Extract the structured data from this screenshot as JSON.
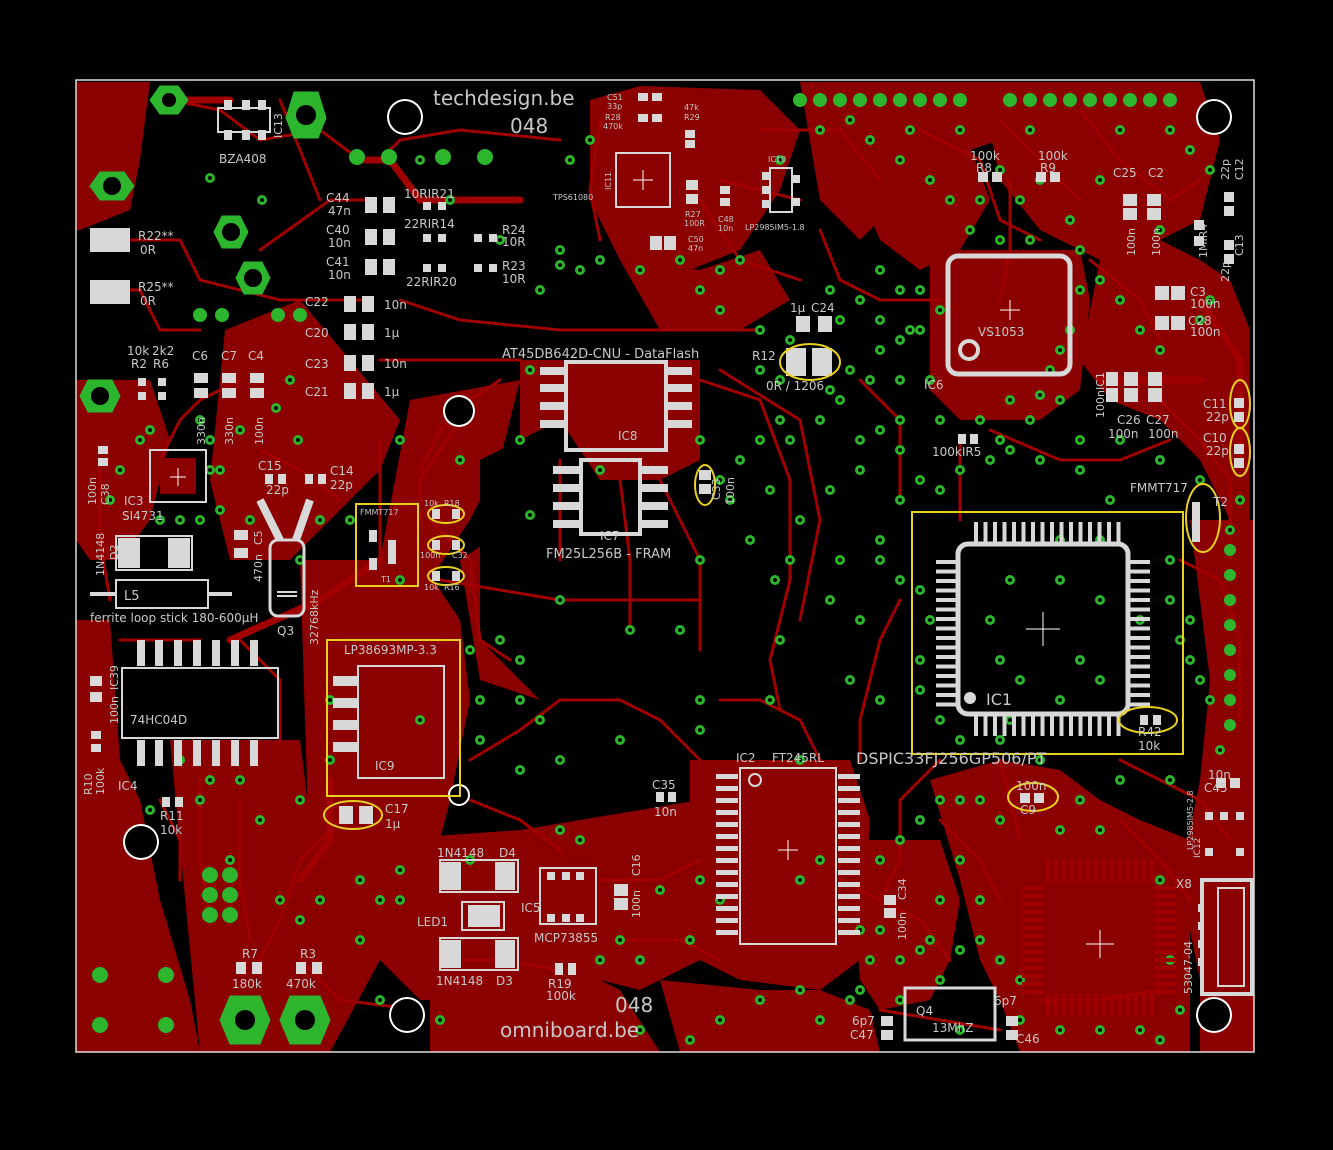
{
  "board": {
    "header_brand": "techdesign.be",
    "header_number": "048",
    "footer_number": "048",
    "footer_brand": "omniboard.be"
  },
  "colors": {
    "background": "#000000",
    "copper": "#8b0000",
    "trace": "#a00000",
    "silkscreen": "#c8c8c8",
    "via": "#2db52d",
    "highlight": "#e8d020"
  },
  "labels": {
    "bza408": "BZA408",
    "ic13": "IC13",
    "c44": "C44",
    "c44v": "47n",
    "c40": "C40",
    "c40v": "10n",
    "c41": "C41",
    "c41v": "10n",
    "r21": "10RIR21",
    "r14": "22RIR14",
    "r20": "22RIR20",
    "r24": "R24",
    "r24v": "10R",
    "r23": "R23",
    "r23v": "10R",
    "r22": "R22**",
    "r22v": "0R",
    "r25": "R25**",
    "r25v": "0R",
    "c22": "C22",
    "c22v": "10n",
    "c20": "C20",
    "c20v": "1µ",
    "c23": "C23",
    "c23v": "10n",
    "c21": "C21",
    "c21v": "1µ",
    "r2": "R2",
    "r2v": "10k",
    "r6": "R6",
    "r6v": "2k2",
    "c6": "C6",
    "c7": "C7",
    "c4": "C4",
    "c6v": "330n",
    "c7v": "330n",
    "c4v": "100n",
    "c38": "C38",
    "c38v": "100n",
    "ic3": "IC3",
    "si4731": "SI4731",
    "c15": "C15",
    "c15v": "22p",
    "c14": "C14",
    "c14v": "22p",
    "d2": "D2",
    "d2v": "1N4148",
    "c5": "C5",
    "c5v": "470n",
    "l5": "L5",
    "ferrite": "ferrite loop stick 180-600µH",
    "q3": "Q3",
    "q3v": "32768kHz",
    "ic39": "IC39",
    "ic39v": "100n",
    "hc04": "74HC04D",
    "ic4": "IC4",
    "r10": "R10",
    "r10v": "100k",
    "r11": "R11",
    "r11v": "10k",
    "fmmt_t1": "FMMT717",
    "t1": "T1",
    "r18": "R18",
    "r18v": "10k",
    "c32": "C32",
    "c32v": "100n",
    "r16": "R16",
    "r16v": "10k",
    "lp38693": "LP38693MP-3.3",
    "ic9": "IC9",
    "c17": "C17",
    "c17v": "1µ",
    "d4": "D4",
    "d4v": "1N4148",
    "led1": "LED1",
    "d3": "D3",
    "d3v": "1N4148",
    "ic5": "IC5",
    "mcp73855": "MCP73855",
    "c16": "C16",
    "c16v": "100n",
    "r19": "R19",
    "r19v": "100k",
    "r7": "R7",
    "r7v": "180k",
    "r3": "R3",
    "r3v": "470k",
    "c51": "C51",
    "c51v": "33p",
    "r28": "R28",
    "r28v": "470k",
    "r29": "R29",
    "r29v": "47k",
    "tps": "TPS61080",
    "ic11": "IC11",
    "r27": "R27",
    "r27v": "100R",
    "c48": "C48",
    "c48v": "10n",
    "c50": "C50",
    "c50v": "47n",
    "ic10": "IC10",
    "lp2985": "LP2985IM5-1.8",
    "at45": "AT45DB642D-CNU - DataFlash",
    "ic8": "IC8",
    "ic7": "IC7",
    "fm25": "FM25L256B - FRAM",
    "c33": "C33",
    "c33v": "100n",
    "r12": "R12",
    "r12v": "0R / 1206",
    "c24": "C24",
    "c24v": "1µ",
    "r8": "R8",
    "r8v": "100k",
    "r9": "R9",
    "r9v": "100k",
    "c25": "C25",
    "c2": "C2",
    "c25v": "100n",
    "c2v": "100n",
    "r4": "1MIR4",
    "c12": "C12",
    "c12v": "22p",
    "c13": "C13",
    "c13v": "22p",
    "vs1053": "VS1053",
    "ic6": "IC6",
    "c3": "C3",
    "c3v": "100n",
    "c28": "C28",
    "c28v": "100n",
    "c1": "100nIC1",
    "c26": "C26",
    "c26v": "100n",
    "c27": "C27",
    "c27v": "100n",
    "c11": "C11",
    "c11v": "22p",
    "c10": "C10",
    "c10v": "22p",
    "r5": "100kIR5",
    "fmmt_t2": "FMMT717",
    "t2": "T2",
    "ic1": "IC1",
    "dspic": "DSPIC33FJ256GP506/PT",
    "r42": "R42",
    "r42v": "10k",
    "c9": "C9",
    "c9v": "100n",
    "ic2": "IC2",
    "ft245": "FT245RL",
    "c35": "C35",
    "c35v": "10n",
    "c34": "C34",
    "c34v": "100n",
    "c45": "C45",
    "c45v": "10n",
    "ic12": "IC12",
    "lp2985b": "LP2985IM5-2.8",
    "x8": "X8",
    "x8v": "53047-04",
    "q4": "Q4",
    "q4v": "13MhZ",
    "c47": "C47",
    "c47v": "6p7",
    "c46": "C46",
    "c46v": "6p7"
  }
}
